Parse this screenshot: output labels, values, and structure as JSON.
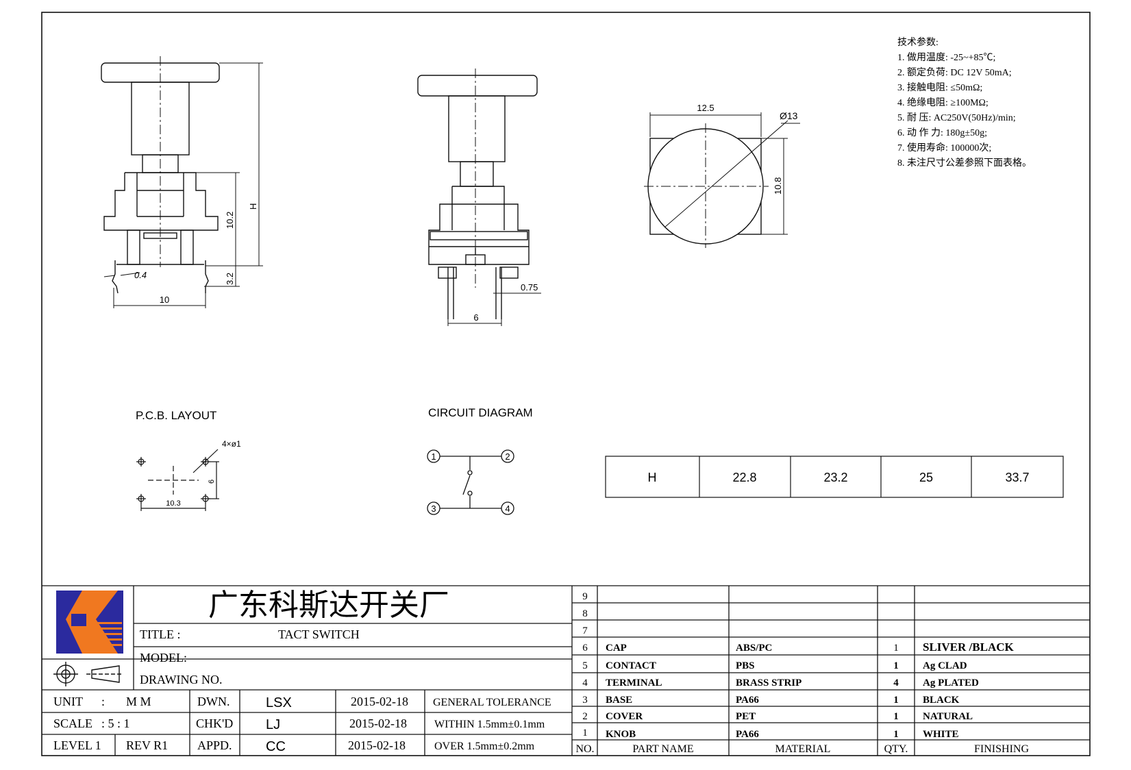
{
  "specs": {
    "heading": "技术参数:",
    "items": [
      "1. 做用温度: -25~+85℃;",
      "2. 额定负荷: DC 12V 50mA;",
      "3. 接触电阻: ≤50mΩ;",
      "4. 绝缘电阻: ≥100MΩ;",
      "5. 耐    压: AC250V(50Hz)/min;",
      "6. 动 作 力: 180g±50g;",
      "7. 使用寿命: 100000次;",
      "8. 未注尺寸公差参照下面表格。"
    ]
  },
  "views": {
    "side": {
      "dim_h": "H",
      "dim_102": "10.2",
      "dim_32": "3.2",
      "dim_04": "0.4",
      "dim_10": "10"
    },
    "front": {
      "dim_075": "0.75",
      "dim_6": "6"
    },
    "top": {
      "dim_125": "12.5",
      "dim_13": "Ø13",
      "dim_108": "10.8"
    }
  },
  "pcb": {
    "title": "P.C.B. LAYOUT",
    "hole": "4×ø1",
    "dim_103": "10.3",
    "dim_6": "6"
  },
  "circuit": {
    "title": "CIRCUIT DIAGRAM",
    "pins": [
      "1",
      "2",
      "3",
      "4"
    ]
  },
  "h_table": {
    "cells": [
      "H",
      "22.8",
      "23.2",
      "25",
      "33.7"
    ]
  },
  "title_block": {
    "company": "广东科斯达开关厂",
    "title_label": "TITLE :",
    "title_value": "TACT SWITCH",
    "model_label": "MODEL:",
    "drawing_label": "DRAWING NO.",
    "unit_label": "UNIT",
    "unit_colon": ":",
    "unit_value": "M M",
    "scale_label": "SCALE",
    "scale_value": ": 5 : 1",
    "level": "LEVEL 1",
    "rev": "REV R1",
    "dwn": "DWN.",
    "chkd": "CHK'D",
    "appd": "APPD.",
    "dwn_name": "LSX",
    "chkd_name": "LJ",
    "appd_name": "CC",
    "dwn_date": "2015-02-18",
    "chkd_date": "2015-02-18",
    "appd_date": "2015-02-18",
    "tol_general": "GENERAL TOLERANCE",
    "tol_within": "WITHIN 1.5mm±0.1mm",
    "tol_over": "OVER   1.5mm±0.2mm"
  },
  "bom": {
    "rows": [
      {
        "no": "9",
        "part": "",
        "material": "",
        "qty": "",
        "finishing": ""
      },
      {
        "no": "8",
        "part": "",
        "material": "",
        "qty": "",
        "finishing": ""
      },
      {
        "no": "7",
        "part": "",
        "material": "",
        "qty": "",
        "finishing": ""
      },
      {
        "no": "6",
        "part": "CAP",
        "material": "ABS/PC",
        "qty": "1",
        "finishing": "SLIVER /BLACK"
      },
      {
        "no": "5",
        "part": "CONTACT",
        "material": "PBS",
        "qty": "1",
        "finishing": "Ag CLAD"
      },
      {
        "no": "4",
        "part": "TERMINAL",
        "material": "BRASS STRIP",
        "qty": "4",
        "finishing": "Ag PLATED"
      },
      {
        "no": "3",
        "part": "BASE",
        "material": "PA66",
        "qty": "1",
        "finishing": "BLACK"
      },
      {
        "no": "2",
        "part": "COVER",
        "material": "PET",
        "qty": "1",
        "finishing": "NATURAL"
      },
      {
        "no": "1",
        "part": "KNOB",
        "material": "PA66",
        "qty": "1",
        "finishing": "WHITE"
      }
    ],
    "headers": {
      "no": "NO.",
      "part": "PART  NAME",
      "material": "MATERIAL",
      "qty": "QTY.",
      "finishing": "FINISHING"
    }
  },
  "colors": {
    "logo_blue": "#2b2a9e",
    "logo_orange": "#f07820",
    "line": "#111111"
  }
}
